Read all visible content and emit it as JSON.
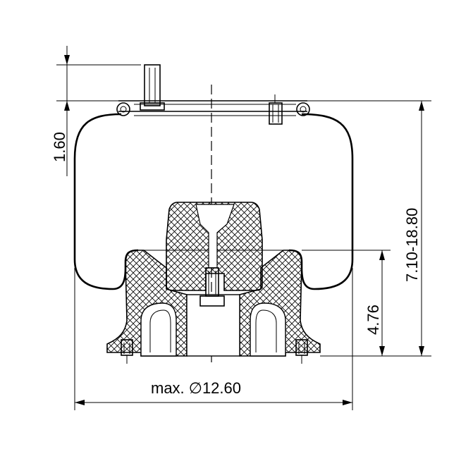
{
  "drawing": {
    "dimensions": {
      "top_plate": "1.60",
      "overall_height": "7.10-18.80",
      "piston_height": "4.76",
      "diameter": "max. ∅12.60"
    },
    "colors": {
      "line": "#000000",
      "background": "#ffffff"
    }
  }
}
